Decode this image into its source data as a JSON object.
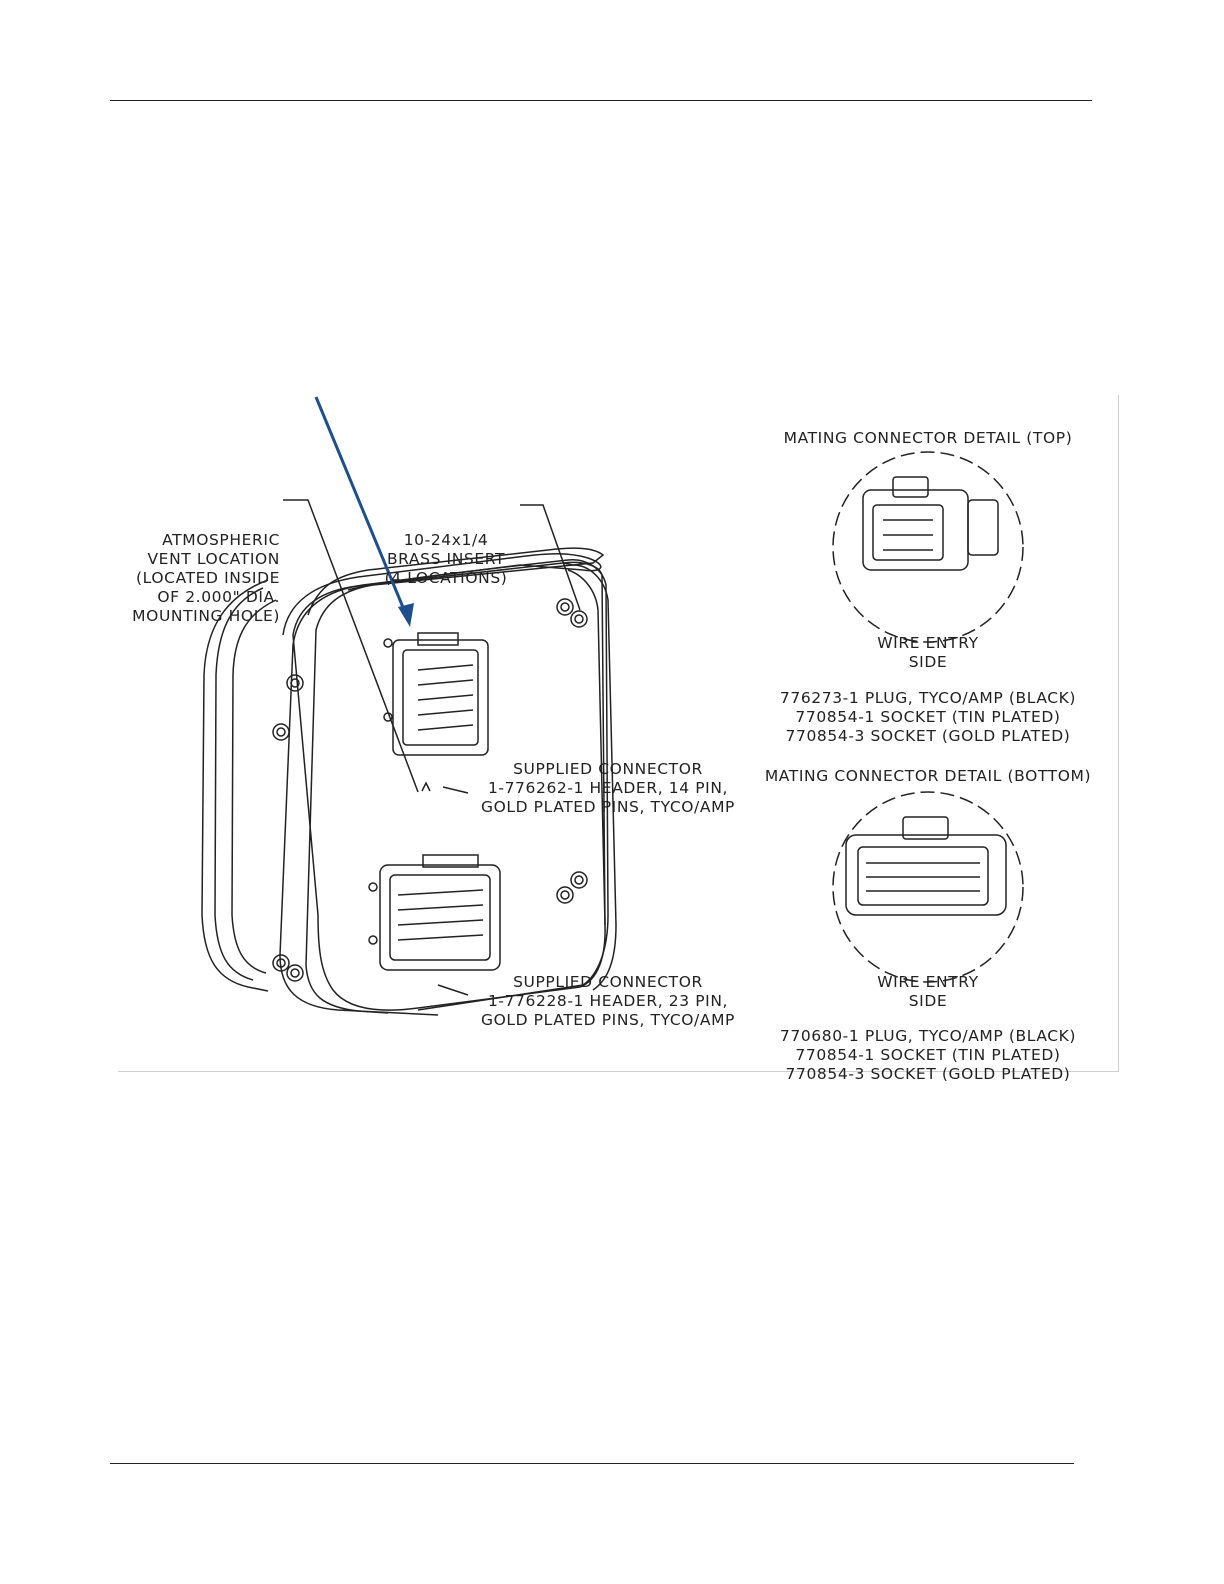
{
  "labels": {
    "vent": [
      "ATMOSPHERIC",
      "VENT LOCATION",
      "(LOCATED INSIDE",
      "OF 2.000\" DIA.",
      "MOUNTING HOLE)"
    ],
    "insert": [
      "10-24x1/4",
      "BRASS INSERT",
      "(4 LOCATIONS)"
    ],
    "top_connector": [
      "SUPPLIED CONNECTOR",
      "1-776262-1 HEADER, 14 PIN,",
      "GOLD PLATED PINS, TYCO/AMP"
    ],
    "bottom_connector": [
      "SUPPLIED CONNECTOR",
      "1-776228-1 HEADER, 23 PIN,",
      "GOLD PLATED PINS, TYCO/AMP"
    ]
  },
  "detail_top": {
    "title": "MATING CONNECTOR DETAIL (TOP)",
    "circle_label": [
      "WIRE ENTRY",
      "SIDE"
    ],
    "parts": [
      "776273-1 PLUG, TYCO/AMP (BLACK)",
      "770854-1 SOCKET (TIN PLATED)",
      "770854-3 SOCKET (GOLD PLATED)"
    ]
  },
  "detail_bottom": {
    "title": "MATING CONNECTOR DETAIL (BOTTOM)",
    "circle_label": [
      "WIRE ENTRY",
      "SIDE"
    ],
    "parts": [
      "770680-1 PLUG, TYCO/AMP (BLACK)",
      "770854-1 SOCKET (TIN PLATED)",
      "770854-3 SOCKET (GOLD PLATED)"
    ]
  },
  "colors": {
    "arrow": "#1f4e8c",
    "line": "#222222"
  }
}
